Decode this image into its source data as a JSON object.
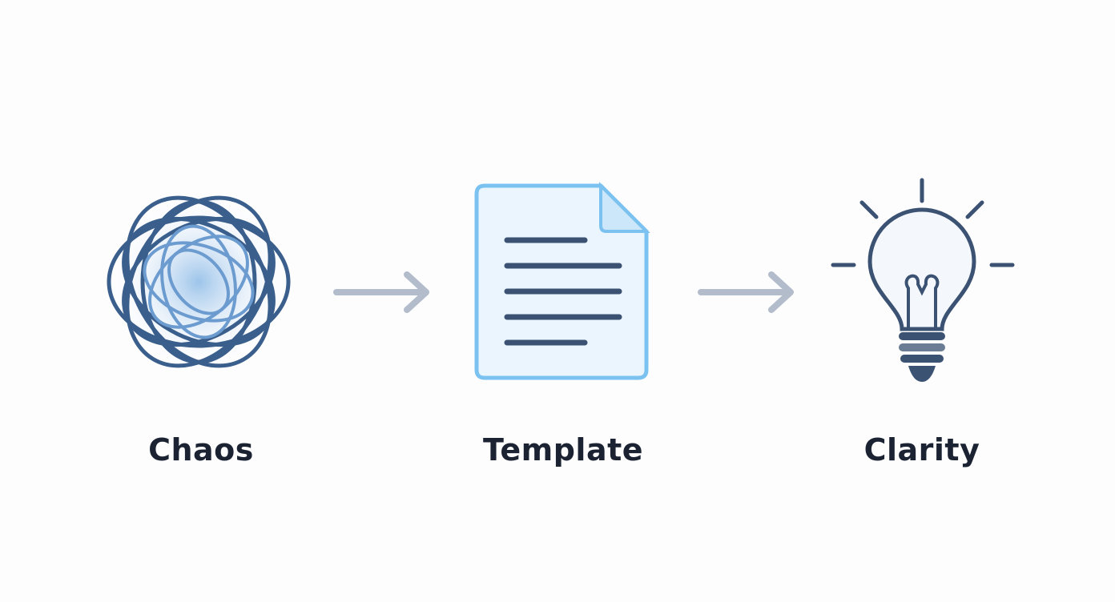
{
  "steps": [
    {
      "label": "Chaos",
      "icon": "tangled-ball-icon"
    },
    {
      "label": "Template",
      "icon": "document-icon"
    },
    {
      "label": "Clarity",
      "icon": "lightbulb-icon"
    }
  ],
  "colors": {
    "dark": "#3b5f8c",
    "light": "#7aaee0",
    "arrow": "#b3bccb",
    "text": "#1b2333",
    "doc_border": "#7cc2f0"
  }
}
